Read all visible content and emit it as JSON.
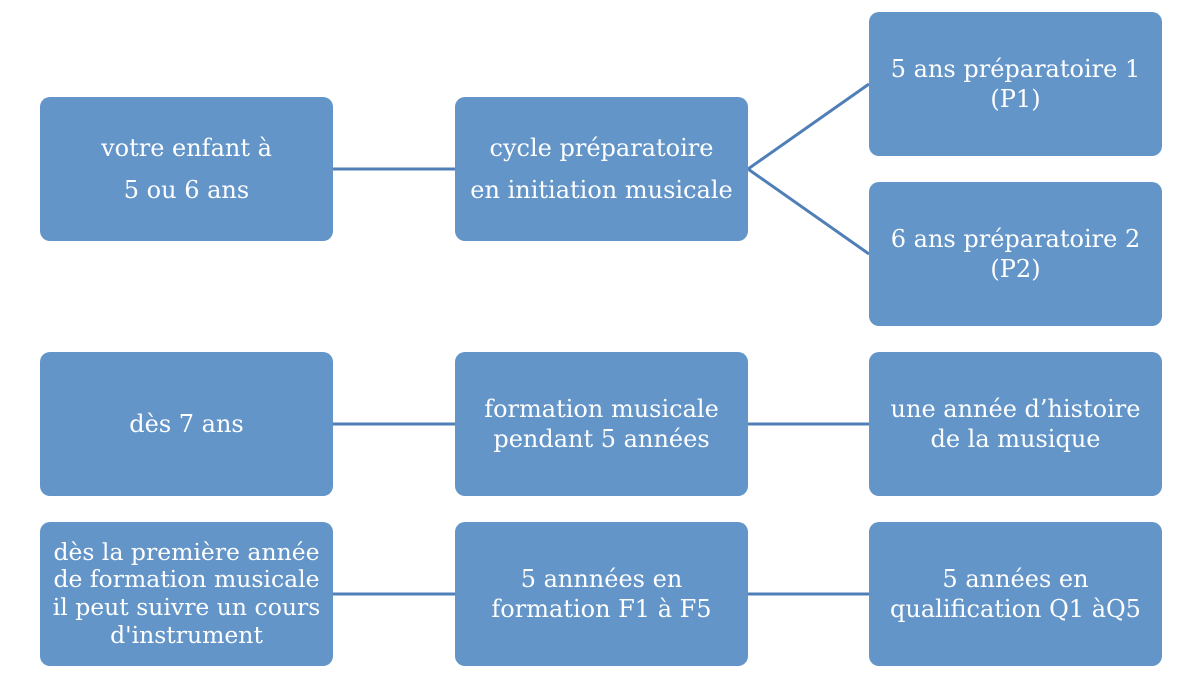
{
  "row1": {
    "box_a": [
      "votre enfant à",
      "5 ou 6 ans"
    ],
    "box_b": [
      "cycle préparatoire",
      "en initiation musicale"
    ],
    "box_c": [
      "5 ans préparatoire 1",
      "(P1)"
    ],
    "box_d": [
      "6 ans préparatoire 2",
      "(P2)"
    ]
  },
  "row2": {
    "box_a": [
      "dès 7 ans"
    ],
    "box_b": [
      "formation musicale",
      "pendant 5 années"
    ],
    "box_c": [
      "une année d’histoire",
      "de la musique"
    ]
  },
  "row3": {
    "box_a": [
      "dès la première année",
      "de formation musicale",
      "il peut suivre un cours",
      "d'instrument"
    ],
    "box_b": [
      "5 annnées en",
      "formation F1 à F5"
    ],
    "box_c": [
      "5 années en",
      "qualification Q1 àQ5"
    ]
  },
  "colors": {
    "box": "#6395c9",
    "connector": "#4f7fb6",
    "text": "#ffffff"
  }
}
